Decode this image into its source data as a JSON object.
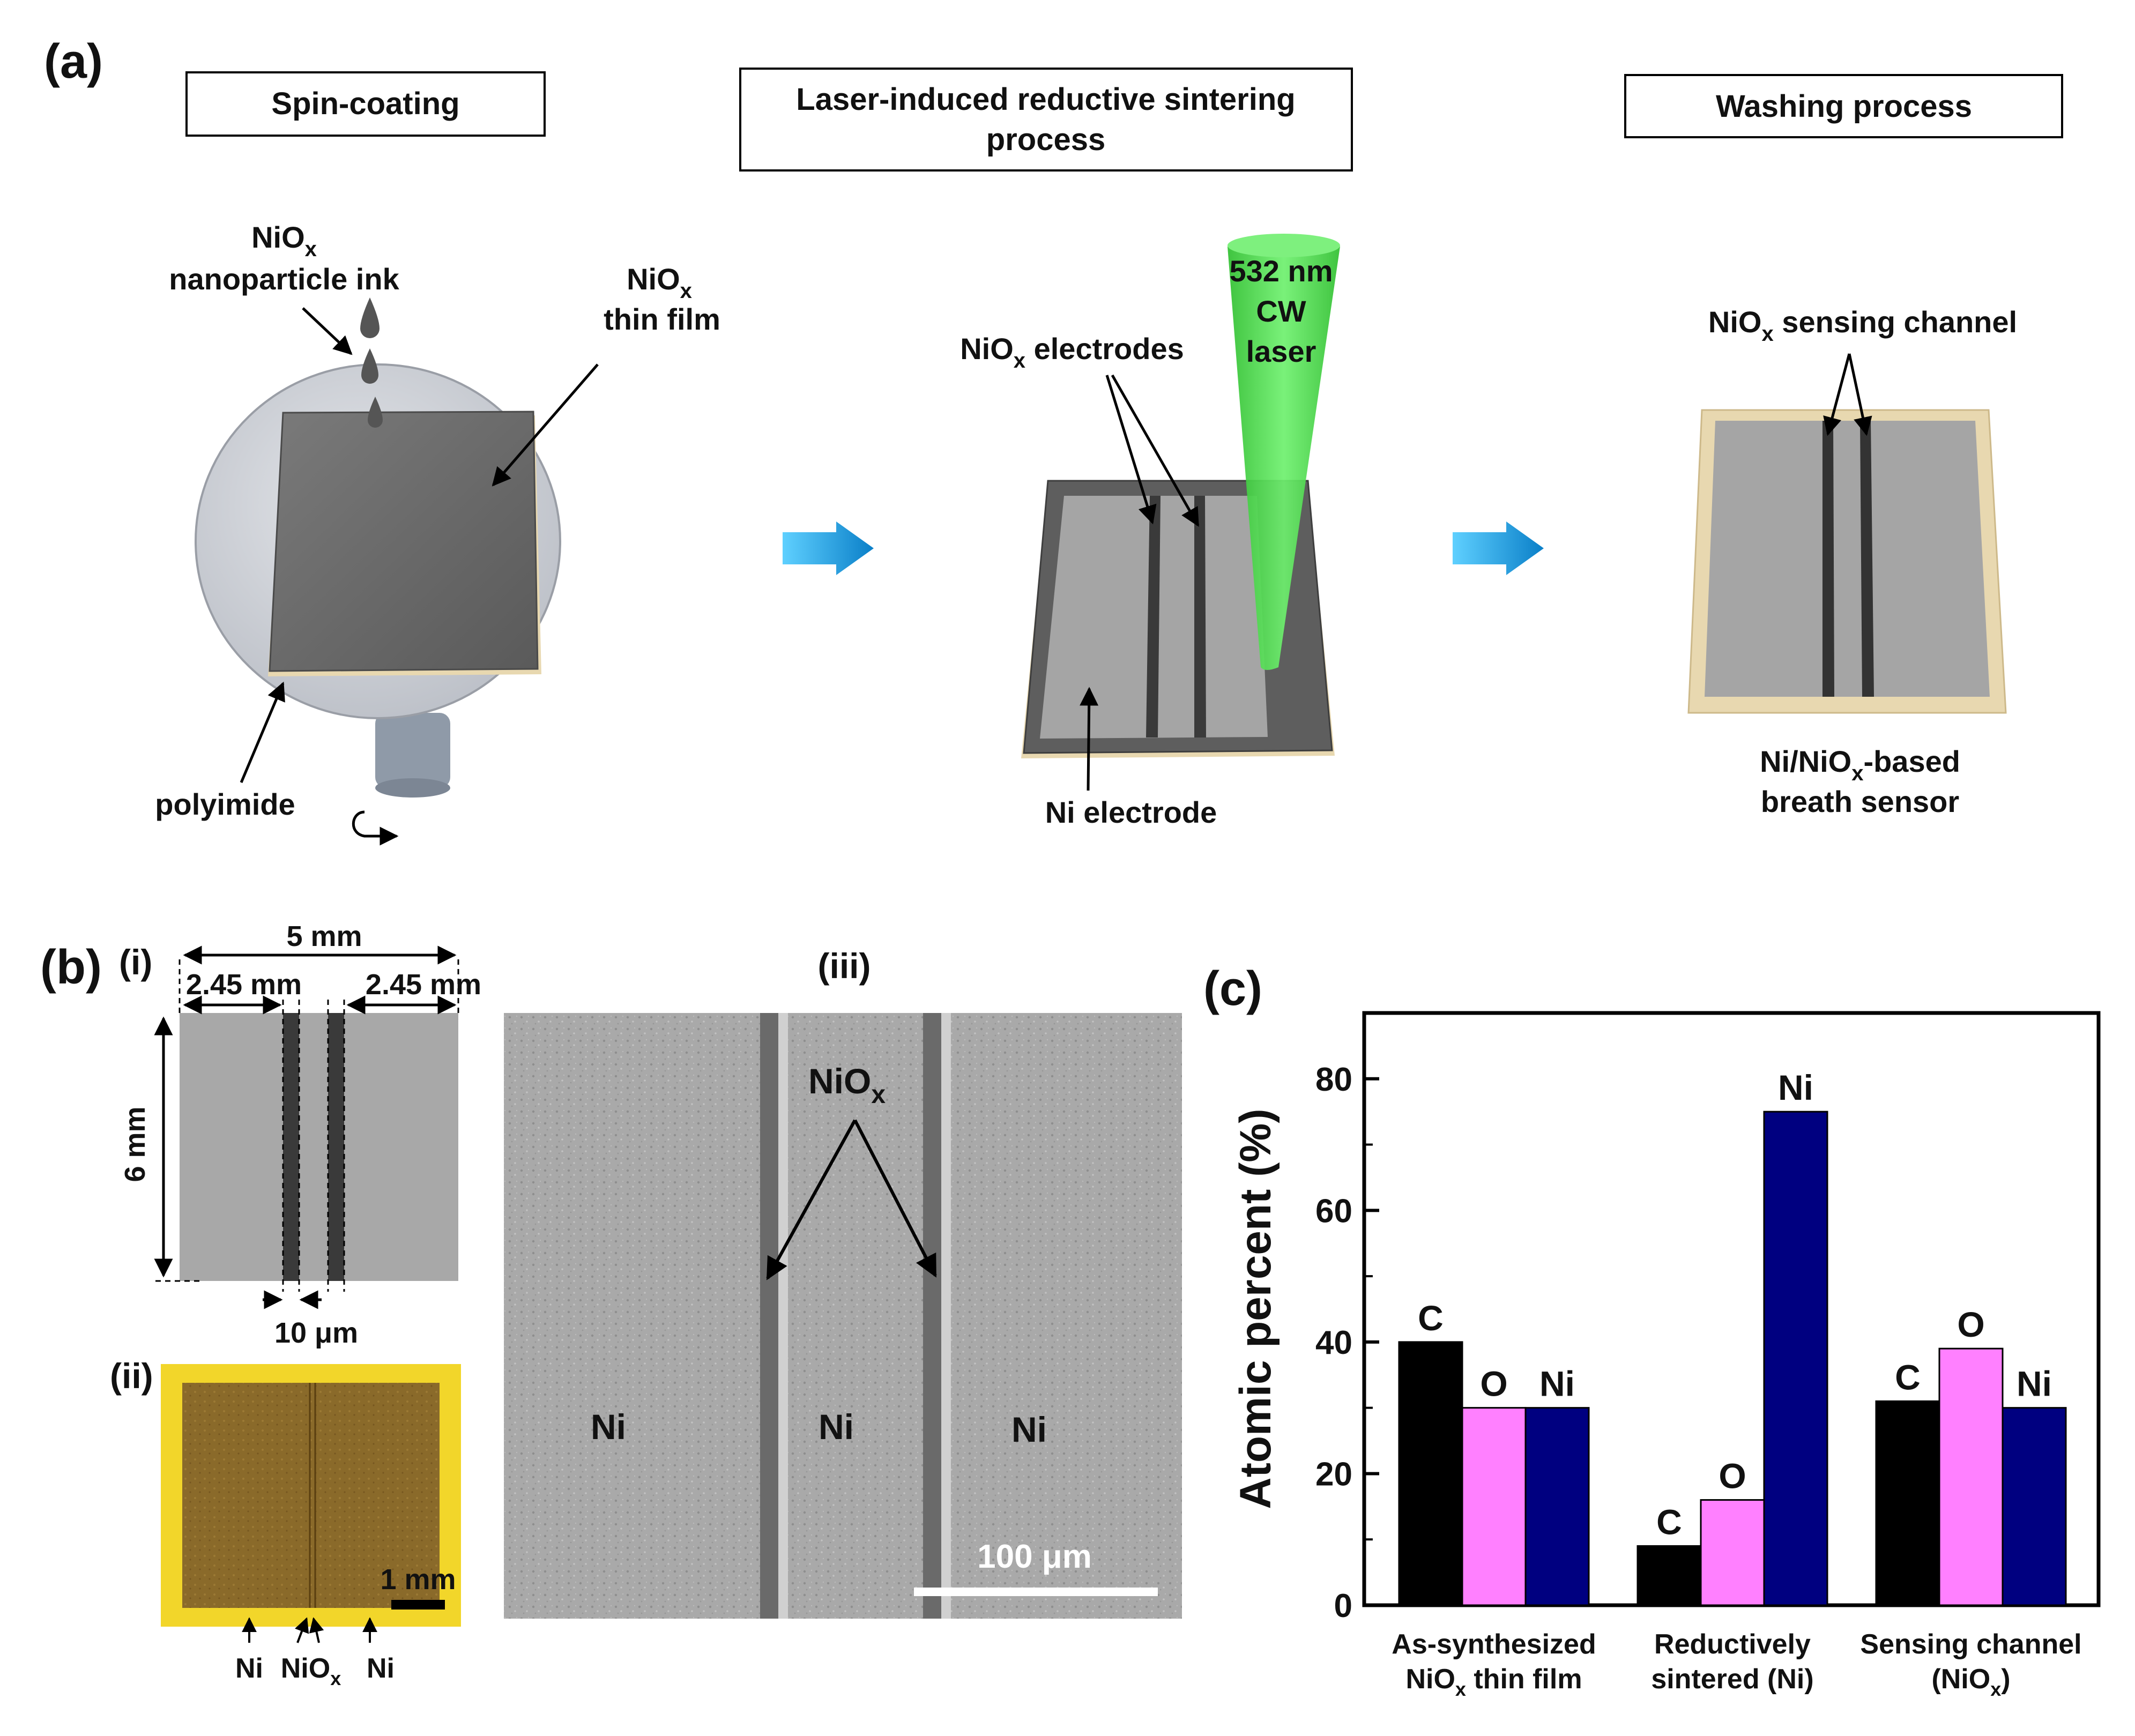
{
  "panel_a": {
    "letter": "(a)",
    "steps": [
      "Spin-coating",
      "Laser-induced reductive sintering",
      "process",
      "Washing process"
    ],
    "ink_label": [
      "NiO",
      "x",
      "nanoparticle  ink"
    ],
    "film_label": [
      "NiO",
      "x",
      "thin  film"
    ],
    "polyimide": "polyimide",
    "laser_label": [
      "532 nm",
      "CW",
      "laser"
    ],
    "electrodes_label": [
      "NiO",
      "x",
      " electrodes"
    ],
    "ni_electrode": "Ni electrode",
    "channel_label": [
      "NiO",
      "x",
      " sensing  channel"
    ],
    "sensor_label": [
      "Ni/NiO",
      "x",
      "-based",
      "breath sensor"
    ],
    "colors": {
      "arrow": "#1a9fe0",
      "laser": "#3ddc3d",
      "film": "#6a6a6a",
      "substrate": "#e8d8b0"
    }
  },
  "panel_b": {
    "letter": "(b)",
    "sub_i": "(i)",
    "sub_ii": "(ii)",
    "sub_iii": "(iii)",
    "dim_total": "5 mm",
    "dim_left": "2.45 mm",
    "dim_right": "2.45 mm",
    "dim_height": "6 mm",
    "dim_gap": "10 μm",
    "scale_ii": "1 mm",
    "bottom_labels": [
      "Ni",
      "NiO",
      "x",
      "Ni"
    ],
    "sem_nio": [
      "NiO",
      "x"
    ],
    "sem_regions": [
      "Ni",
      "Ni",
      "Ni"
    ],
    "sem_scale": "100 μm"
  },
  "panel_c": {
    "letter": "(c)"
  },
  "chart_data": {
    "type": "bar",
    "ylabel": "Atomic percent  (%)",
    "ylim": [
      0,
      90
    ],
    "yticks": [
      0,
      20,
      40,
      60,
      80
    ],
    "categories": [
      [
        "As-synthesized",
        "NiO",
        "x",
        " thin film"
      ],
      [
        "Reductively",
        "sintered (Ni)"
      ],
      [
        "Sensing channel",
        "(NiO",
        "x",
        ")"
      ]
    ],
    "series": [
      {
        "name": "C",
        "color": "#000000",
        "values": [
          40,
          9,
          31
        ]
      },
      {
        "name": "O",
        "color": "#ff80ff",
        "values": [
          30,
          16,
          39
        ]
      },
      {
        "name": "Ni",
        "color": "#000080",
        "values": [
          30,
          75,
          30
        ]
      }
    ]
  }
}
